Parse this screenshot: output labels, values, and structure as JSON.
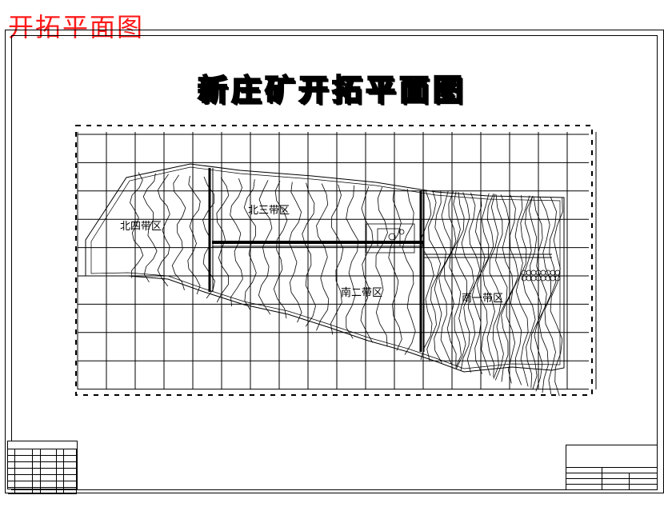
{
  "page": {
    "corner_title": "开拓平面图",
    "drawing_title": "新庄矿开拓平面图"
  },
  "zones": [
    {
      "id": "north-four",
      "label": "北四带区"
    },
    {
      "id": "north-three",
      "label": "北三带区"
    },
    {
      "id": "south-two",
      "label": "南二带区"
    },
    {
      "id": "south-one",
      "label": "南一带区"
    }
  ],
  "colors": {
    "corner_title": "#ff1a1a",
    "line": "#000000",
    "background": "#ffffff"
  }
}
